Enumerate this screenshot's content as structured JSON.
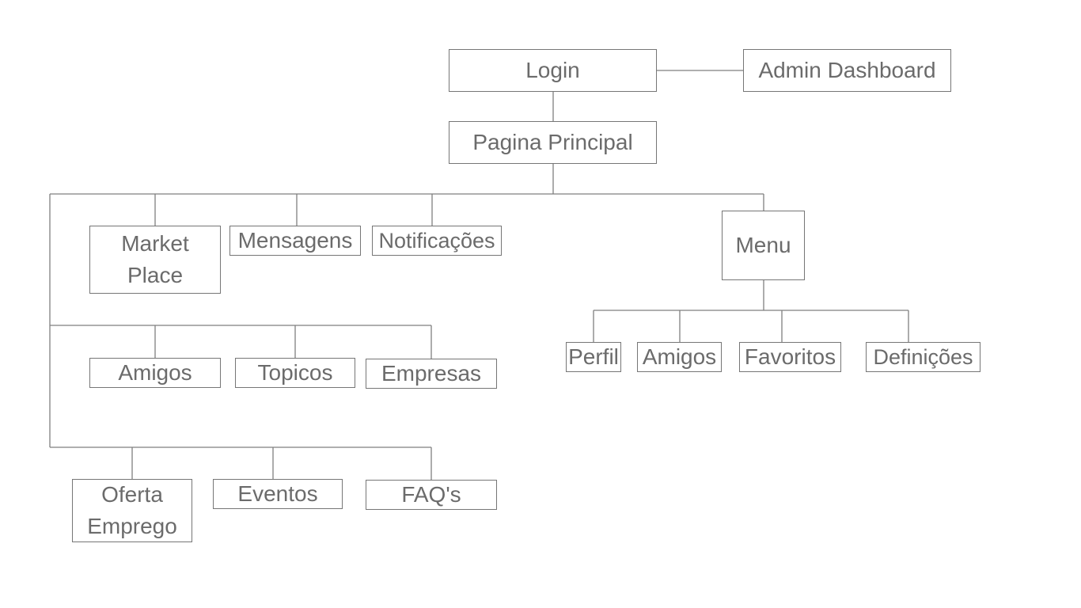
{
  "diagram": {
    "login": "Login",
    "admin_dashboard": "Admin Dashboard",
    "pagina_principal": "Pagina Principal",
    "market_place": "Market\nPlace",
    "mensagens": "Mensagens",
    "notificacoes": "Notificações",
    "amigos": "Amigos",
    "topicos": "Topicos",
    "empresas": "Empresas",
    "oferta_emprego": "Oferta\nEmprego",
    "eventos": "Eventos",
    "faqs": "FAQ's",
    "menu": "Menu",
    "menu_items": {
      "perfil": "Perfil",
      "amigos": "Amigos",
      "favoritos": "Favoritos",
      "definicoes": "Definições"
    }
  },
  "colors": {
    "border": "#767676",
    "text": "#6b6b6b",
    "connector": "#7f7f7f"
  }
}
